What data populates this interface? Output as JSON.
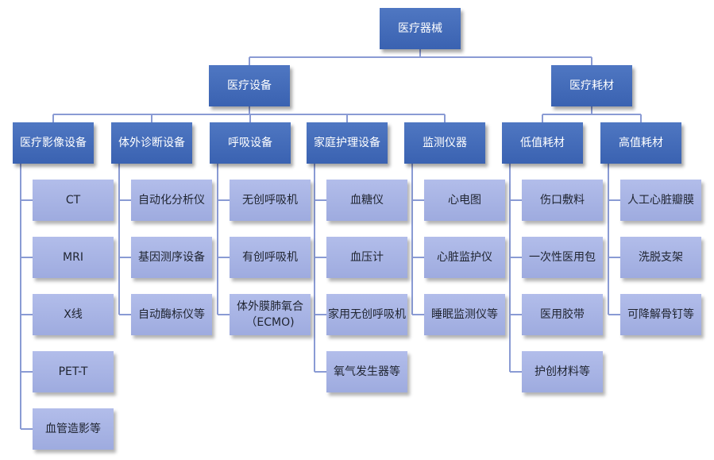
{
  "root": "医疗器械",
  "branches": [
    {
      "label": "医疗设备",
      "categories": [
        {
          "label": "医疗影像设备",
          "items": [
            "CT",
            "MRI",
            "X线",
            "PET-T",
            "血管造影等"
          ]
        },
        {
          "label": "体外诊断设备",
          "items": [
            "自动化分析仪",
            "基因测序设备",
            "自动酶标仪等"
          ]
        },
        {
          "label": "呼吸设备",
          "items": [
            "无创呼吸机",
            "有创呼吸机",
            "体外膜肺氧合（ECMO)"
          ]
        },
        {
          "label": "家庭护理设备",
          "items": [
            "血糖仪",
            "血压计",
            "家用无创呼吸机",
            "氧气发生器等"
          ]
        },
        {
          "label": "监测仪器",
          "items": [
            "心电图",
            "心脏监护仪",
            "睡眠监测仪等"
          ]
        }
      ]
    },
    {
      "label": "医疗耗材",
      "categories": [
        {
          "label": "低值耗材",
          "items": [
            "伤口敷料",
            "一次性医用包",
            "医用胶带",
            "护创材料等"
          ]
        },
        {
          "label": "高值耗材",
          "items": [
            "人工心脏瓣膜",
            "洗脱支架",
            "可降解骨钉等"
          ]
        }
      ]
    }
  ],
  "colors": {
    "dark_box": "#3f68b6",
    "light_box": "#a7b3e4",
    "connector": "#8a9bd4"
  }
}
